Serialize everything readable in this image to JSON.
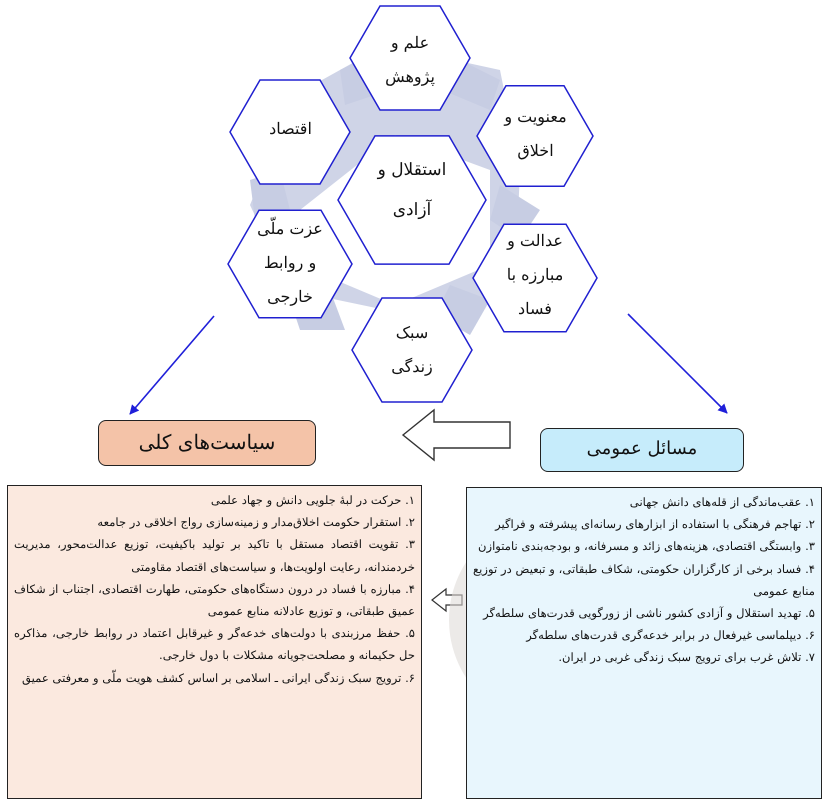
{
  "hexagons": {
    "top": "علم و\nپژوهش",
    "upper_right": "معنویت و\nاخلاق",
    "upper_left": "اقتصاد",
    "center": "استقلال و\nآزادی",
    "lower_right": "عدالت و\nمبارزه با\nفساد",
    "lower_left": "عزت ملّی\nو روابط\nخارجی",
    "bottom": "سبک\nزندگی"
  },
  "policies": {
    "title": "سیاست‌های کلی",
    "items": [
      "۱. حرکت در لبهٔ جلویی دانش و جهاد علمی",
      "۲. استقرار حکومت اخلاق‌مدار و زمینه‌سازی رواج اخلاقی در جامعه",
      "۳. تقویت اقتصاد مستقل با تاکید بر تولید باکیفیت، توزیع عدالت‌محور، مدیریت خردمندانه، رعایت اولویت‌ها، و سیاست‌های اقتصاد مقاومتی",
      "۴. مبارزه با فساد در درون دستگاه‌های حکومتی، طهارت اقتصادی، اجتناب از شکاف عمیق طبقاتی، و توزیع عادلانه منابع عمومی",
      "۵. حفظ مرزبندی با دولت‌های خدعه‌گر و غیرقابل اعتماد در روابط خارجی، مذاکره حل حکیمانه و مصلحت‌جویانه مشکلات با دول خارجی.",
      "۶. ترویج سبک زندگی ایرانی ـ اسلامی بر اساس کشف هویت ملّی و معرفتی عمیق"
    ]
  },
  "issues": {
    "title": "مسائل عمومی",
    "items": [
      "۱. عقب‌ماندگی از قله‌های دانش جهانی",
      "۲. تهاجم فرهنگی با استفاده از ابزارهای رسانه‌ای پیشرفته و فراگیر",
      "۳. وابستگی اقتصادی، هزینه‌های زائد و مسرفانه، و بودجه‌بندی نامتوازن",
      "۴. فساد برخی از کارگزاران حکومتی، شکاف طبقاتی، و تبعیض در توزیع منابع عمومی",
      "۵. تهدید استقلال و آزادی کشور ناشی از زورگویی قدرت‌های سلطه‌گر",
      "۶. دیپلماسی غیرفعال در برابر خدعه‌گری قدرت‌های سلطه‌گر",
      "۷. تلاش غرب برای ترویج سبک زندگی غربی در ایران."
    ]
  },
  "colors": {
    "hex_fill": "#ffffff",
    "hex_stroke": "#2020d0",
    "connector": "#c7cde3",
    "arrow": "#1f1fd9",
    "policies_title_bg": "#f4c3a8",
    "policies_box_bg": "#fbe9df",
    "issues_title_bg": "#c6ecfb",
    "issues_box_bg": "#e8f6fd",
    "watermark": "#ded9d6",
    "box_border": "#222222"
  }
}
